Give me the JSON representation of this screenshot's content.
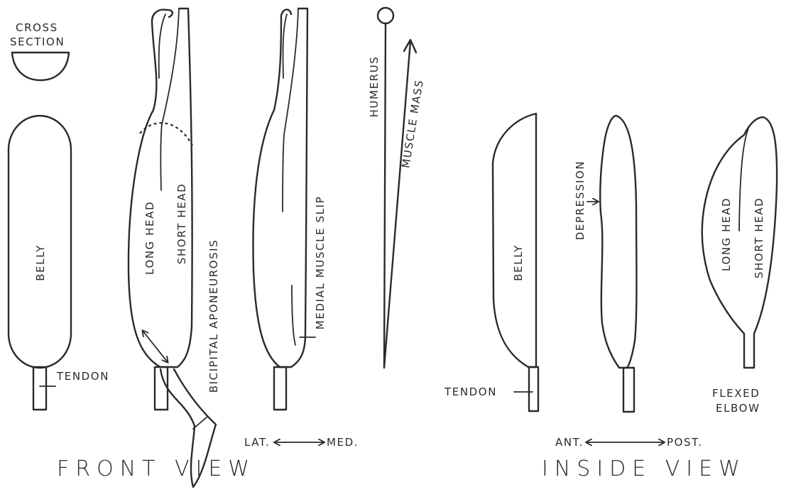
{
  "labels": {
    "cross_section": [
      "CROSS",
      "SECTION"
    ],
    "belly_front": "BELLY",
    "tendon_front": "TENDON",
    "long_head_front": "LONG HEAD",
    "short_head_front": "SHORT HEAD",
    "bicipital_aponeurosis": "BICIPITAL APONEUROSIS",
    "medial_muscle_slip": "MEDIAL MUSCLE SLIP",
    "humerus": "HUMERUS",
    "muscle_mass": "MUSCLE MASS",
    "lat_med": {
      "left": "LAT.",
      "right": "MED."
    },
    "front_view": "FRONT  VIEW",
    "belly_inside": "BELLY",
    "tendon_inside": "TENDON",
    "depression": "DEPRESSION",
    "long_head_inside": "LONG HEAD",
    "short_head_inside": "SHORT HEAD",
    "flexed_elbow": [
      "FLEXED",
      "ELBOW"
    ],
    "ant_post": {
      "left": "ANT.",
      "right": "POST."
    },
    "inside_view": "INSIDE  VIEW"
  }
}
